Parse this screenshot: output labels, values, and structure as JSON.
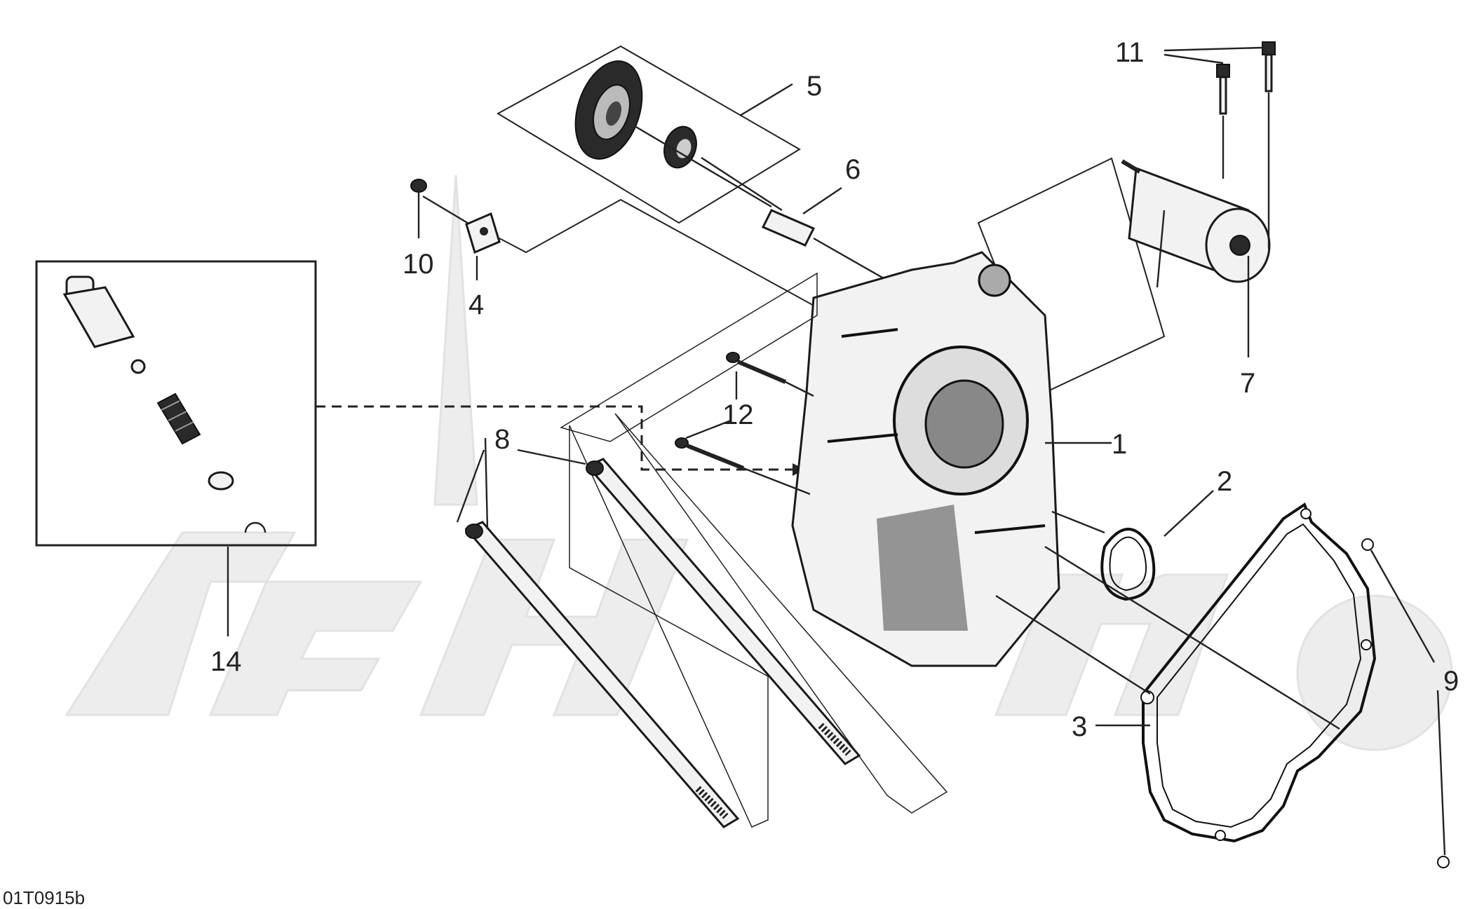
{
  "diagram_code": "01T0915b",
  "callouts": {
    "c1": "1",
    "c2": "2",
    "c3": "3",
    "c4": "4",
    "c5": "5",
    "c6": "6",
    "c7": "7",
    "c8": "8",
    "c9": "9",
    "c10": "10",
    "c11": "11",
    "c12": "12",
    "c14": "14"
  },
  "colors": {
    "line": "#222222",
    "watermark": "#e6e6e6"
  }
}
